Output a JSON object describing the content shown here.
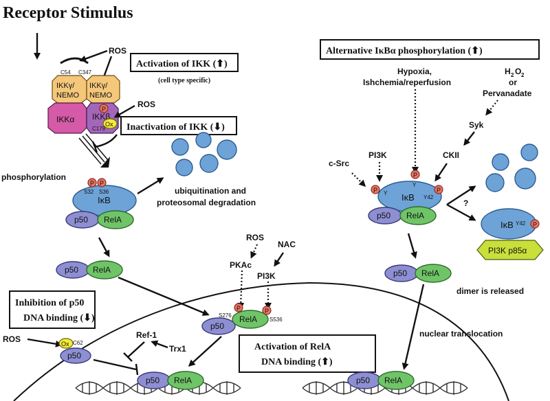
{
  "title": "Receptor Stimulus",
  "labels": {
    "ros1": "ROS",
    "ros2": "ROS",
    "ros3": "ROS",
    "ros4": "ROS",
    "c54": "C54",
    "c347": "C347",
    "ikkg1": "IKKγ/",
    "nemo1": "NEMO",
    "ikkg2": "IKKγ/",
    "nemo2": "NEMO",
    "ikka": "IKKα",
    "ikkb": "IKKβ",
    "c179": "C179",
    "ox": "Ox",
    "p": "P",
    "phosphorylation": "phosphorylation",
    "s32": "S32",
    "s36": "S36",
    "ikb": "IκB",
    "p50": "p50",
    "rela": "RelA",
    "ubiq1": "ubiquitination and",
    "ubiq2": "proteosomal degradation",
    "pkac": "PKAc",
    "nac": "NAC",
    "pi3k": "PI3K",
    "s276": "S276",
    "s536": "S536",
    "ref1": "Ref-1",
    "trx1": "Trx1",
    "c62": "C62",
    "hypoxia1": "Hypoxia,",
    "hypoxia2": "Ishchemia/reperfusion",
    "h2o2_h": "H",
    "h2o2_2a": "2",
    "h2o2_o": "O",
    "h2o2_2b": "2",
    "or": "or",
    "pervanadate": "Pervanadate",
    "syk": "Syk",
    "csrc": "c-Src",
    "ckii": "CKII",
    "y": "Y",
    "y42": "Y42",
    "question": "?",
    "pi3k_p85": "PI3K p85α",
    "dimer": "dimer is released",
    "nuclear": "nuclear translocation"
  },
  "boxes": {
    "activation_ikk": "Activation of IKK (⬆)",
    "cell_type": "(cell type specific)",
    "inactivation_ikk": "Inactivation of IKK (⬇)",
    "alt_ikba": "Alternative IκBα phosphorylation (⬆)",
    "inhib1": "Inhibition of p50",
    "inhib2": "DNA binding (⬇)",
    "act_rela1": "Activation of RelA",
    "act_rela2": "DNA binding (⬆)"
  },
  "colors": {
    "ikk_orange": "#f4c77a",
    "ikka_pink": "#d55aa8",
    "ikkb_purple": "#a466b8",
    "degradation_blue": "#6ea3d8",
    "p50_purple": "#8e8fd2",
    "rela_green": "#70c468",
    "phospho_red": "#e87565",
    "ox_yellow": "#f3ec3b",
    "pi3k_p85_yellow": "#c9df3a"
  }
}
